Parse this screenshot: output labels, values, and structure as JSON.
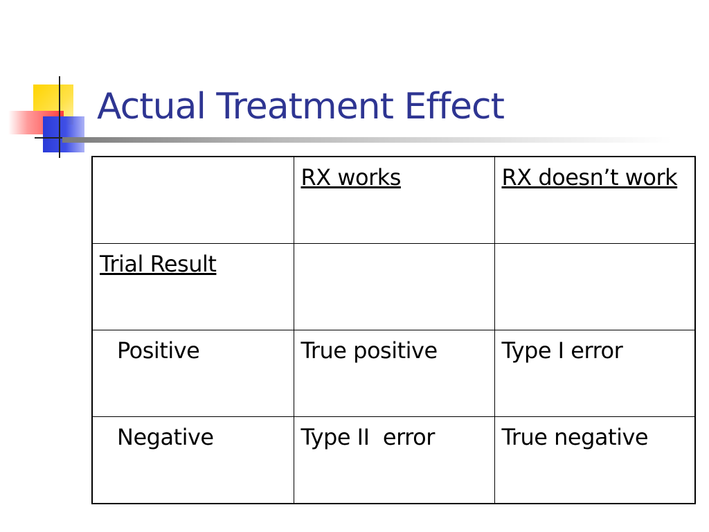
{
  "slide": {
    "title": "Actual Treatment Effect"
  },
  "table": {
    "header": [
      "",
      "RX works",
      "RX doesn’t work"
    ],
    "rows": [
      {
        "label": "Trial Result",
        "cells": [
          "",
          ""
        ]
      },
      {
        "label": "Positive",
        "cells": [
          "True positive",
          "Type I error"
        ]
      },
      {
        "label": "Negative",
        "cells": [
          "Type II  error",
          "True negative"
        ]
      }
    ]
  },
  "colors": {
    "title": "#2e3592",
    "accent_yellow": "#ffd400",
    "accent_red": "#ff3d3d",
    "accent_blue": "#2a3bd8"
  }
}
